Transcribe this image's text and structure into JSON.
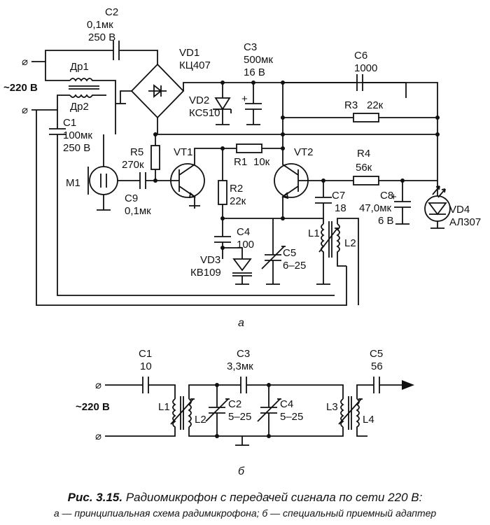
{
  "diagram_a": {
    "terminal_symbol": "⌀",
    "mains_label": "~220 В",
    "c2": {
      "ref": "C2",
      "v1": "0,1мк",
      "v2": "250 В"
    },
    "dr1": "Др1",
    "dr2": "Др2",
    "c1": {
      "ref": "C1",
      "v1": "100мк",
      "v2": "250 В"
    },
    "vd1": {
      "ref": "VD1",
      "type": "КЦ407"
    },
    "vd2": {
      "ref": "VD2",
      "type": "КС510"
    },
    "c3": {
      "ref": "C3",
      "v1": "500мк",
      "v2": "16 В",
      "plus": "+"
    },
    "c6": {
      "ref": "C6",
      "value": "1000"
    },
    "r3": {
      "ref": "R3",
      "value": "22к"
    },
    "r5": {
      "ref": "R5",
      "value": "270к"
    },
    "vt1": "VT1",
    "r1": {
      "ref": "R1",
      "value": "10к"
    },
    "vt2": "VT2",
    "r4": {
      "ref": "R4",
      "value": "56к"
    },
    "m1": "M1",
    "c9": {
      "ref": "C9",
      "value": "0,1мк"
    },
    "r2": {
      "ref": "R2",
      "value": "22к"
    },
    "c7": {
      "ref": "C7",
      "value": "18"
    },
    "c8": {
      "ref": "C8",
      "v1": "47,0мк",
      "v2": "6 В",
      "plus": "+"
    },
    "vd4": {
      "ref": "VD4",
      "type": "АЛ307"
    },
    "c4": {
      "ref": "C4",
      "value": "100"
    },
    "l1": "L1",
    "l2": "L2",
    "vd3": {
      "ref": "VD3",
      "type": "КВ109"
    },
    "c5": {
      "ref": "C5",
      "value": "6–25"
    },
    "sub_label": "а"
  },
  "diagram_b": {
    "mains_label": "~220 В",
    "c1": {
      "ref": "C1",
      "value": "10"
    },
    "c3": {
      "ref": "C3",
      "value": "3,3мк"
    },
    "c5": {
      "ref": "C5",
      "value": "56"
    },
    "l1": "L1",
    "l2": "L2",
    "c2": {
      "ref": "C2",
      "value": "5–25"
    },
    "c4": {
      "ref": "C4",
      "value": "5–25"
    },
    "l3": "L3",
    "l4": "L4",
    "sub_label": "б"
  },
  "caption": {
    "title": "Рис. 3.15.",
    "title_rest": " Радиомикрофон с передачей сигнала по сети 220 В:",
    "line2": "а — принципиальная схема радимикрофона; б — специальный приемный адаптер"
  }
}
